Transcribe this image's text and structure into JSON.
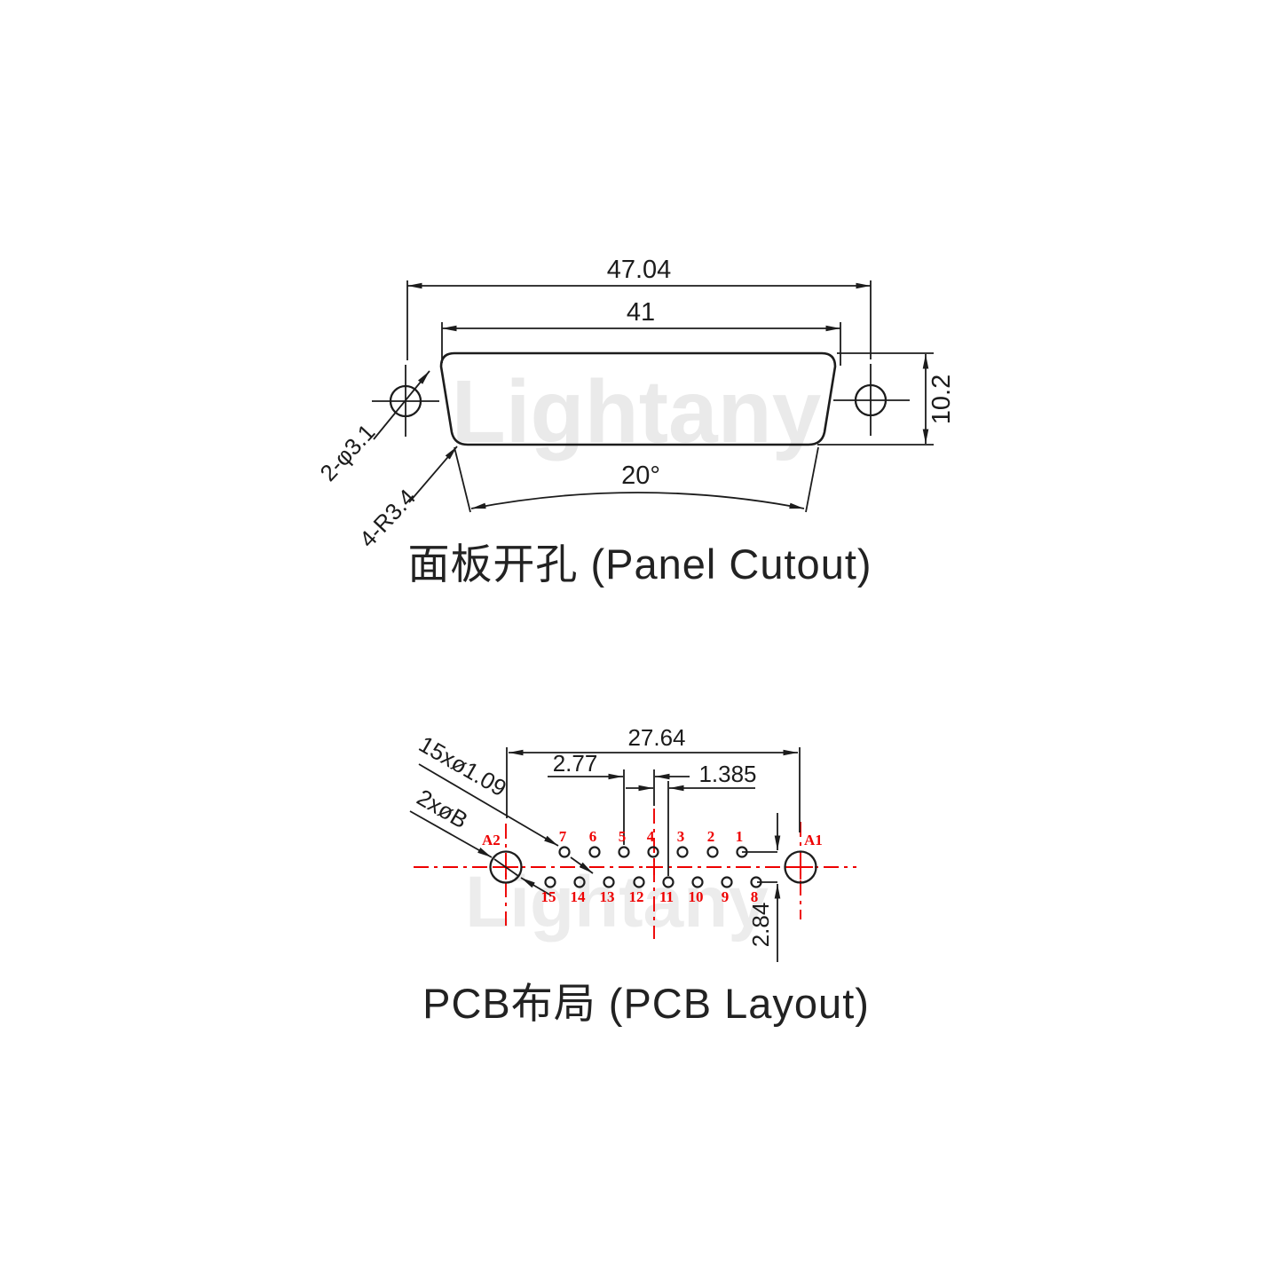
{
  "watermark": "Lightany",
  "panel_cutout": {
    "title": "面板开孔 (Panel Cutout)",
    "dims": {
      "outer_width": "47.04",
      "inner_width": "41",
      "height": "10.2",
      "angle": "20°",
      "mount_holes": "2-φ3.1",
      "corner_radius": "4-R3.4"
    }
  },
  "pcb_layout": {
    "title": "PCB布局 (PCB Layout)",
    "dims": {
      "mount_span": "27.64",
      "pin_pitch": "2.77",
      "row_offset_x": "1.385",
      "row_offset_y": "2.84",
      "pin_holes": "15xø1.09",
      "mount_holes": "2xøB"
    },
    "labels": {
      "a1": "A1",
      "a2": "A2"
    },
    "pin_numbers_top": [
      "7",
      "6",
      "5",
      "4",
      "3",
      "2",
      "1"
    ],
    "pin_numbers_bottom": [
      "15",
      "14",
      "13",
      "12",
      "11",
      "10",
      "9",
      "8"
    ]
  },
  "colors": {
    "line": "#1c1c1c",
    "accent_red": "#ee0000",
    "watermark": "#eaeaea"
  }
}
